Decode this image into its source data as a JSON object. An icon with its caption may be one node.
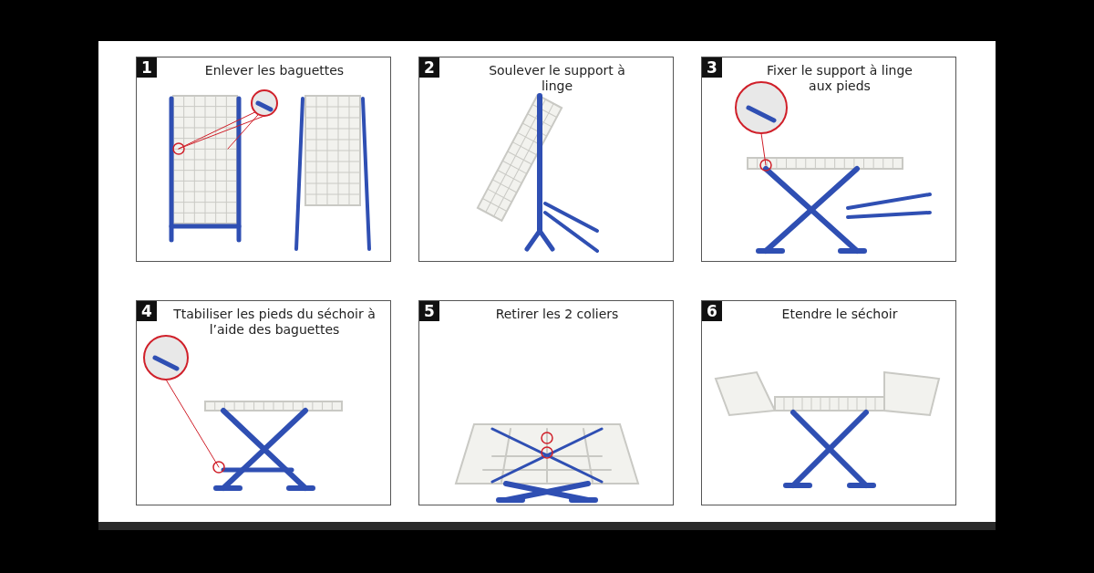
{
  "diagram": {
    "nodes": [
      {
        "text": [
          "1",
          "Enlever les baguettes"
        ]
      },
      {
        "text": [
          "2",
          "Soulever le support à linge"
        ]
      },
      {
        "text": [
          "3",
          "Fixer le support à linge aux pieds"
        ]
      },
      {
        "text": [
          "4",
          "Ttabiliser les pieds du séchoir à l’aide des baguettes"
        ]
      },
      {
        "text": [
          "5",
          "Retirer les 2 coliers"
        ]
      },
      {
        "text": [
          "6",
          "Etendre le séchoir"
        ]
      }
    ]
  }
}
